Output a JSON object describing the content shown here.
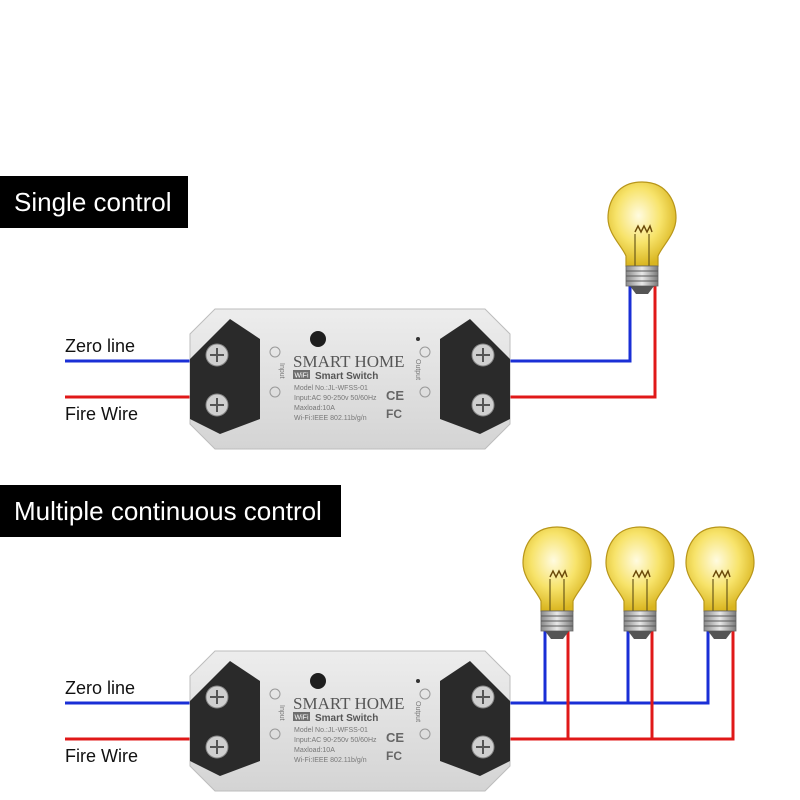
{
  "sections": {
    "single": {
      "title": "Single control",
      "zero_label": "Zero line",
      "fire_label": "Fire Wire"
    },
    "multi": {
      "title": "Multiple continuous control",
      "zero_label": "Zero line",
      "fire_label": "Fire Wire"
    }
  },
  "device": {
    "brand": "SMART HOME",
    "badge": "WiFi",
    "product": "Smart Switch",
    "model": "Model No.:JL-WFSS-01",
    "input": "Input:AC 90-250v 50/60Hz",
    "maxload": "Maxload:10A",
    "wifi": "Wi-Fi:IEEE 802.11b/g/n",
    "input_label": "Input",
    "output_label": "Output",
    "ce_mark": "CE",
    "fc_mark": "FC"
  },
  "colors": {
    "zero_wire": "#1a2fd6",
    "fire_wire": "#e01818",
    "device_body": "#e3e3e3",
    "terminal": "#2a2a2a",
    "bulb_glass": "#f7e36a"
  }
}
